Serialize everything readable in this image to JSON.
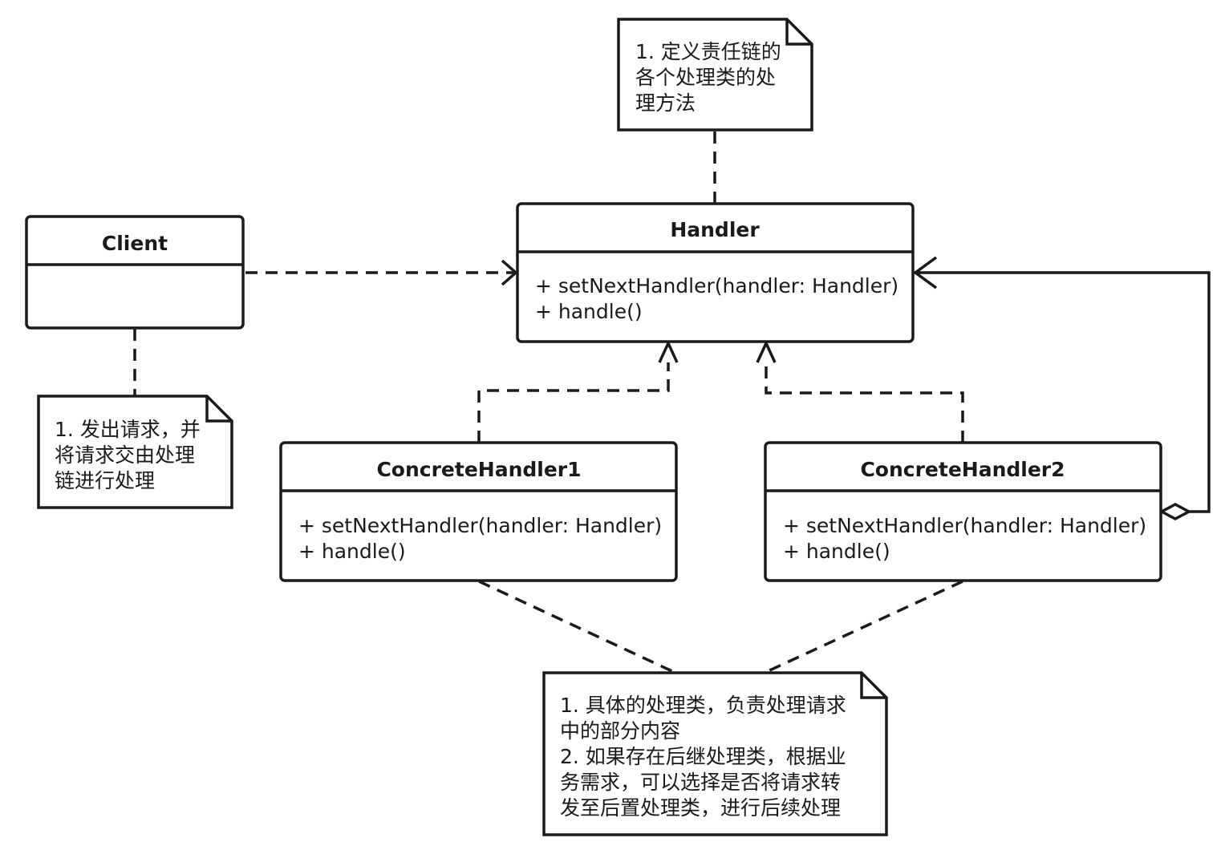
{
  "classes": {
    "client": {
      "name": "Client",
      "members": []
    },
    "handler": {
      "name": "Handler",
      "members": [
        "+ setNextHandler(handler: Handler)",
        "+ handle()"
      ]
    },
    "concrete1": {
      "name": "ConcreteHandler1",
      "members": [
        "+ setNextHandler(handler: Handler)",
        "+ handle()"
      ]
    },
    "concrete2": {
      "name": "ConcreteHandler2",
      "members": [
        "+ setNextHandler(handler: Handler)",
        "+ handle()"
      ]
    }
  },
  "notes": {
    "handler_note": [
      "1. 定义责任链的",
      "各个处理类的处",
      "理方法"
    ],
    "client_note": [
      "1. 发出请求，并",
      "将请求交由处理",
      "链进行处理"
    ],
    "concrete_note": [
      "1. 具体的处理类，负责处理请求",
      "中的部分内容",
      "2. 如果存在后继处理类，根据业",
      "务需求，可以选择是否将请求转",
      "发至后置处理类，进行后续处理"
    ]
  }
}
